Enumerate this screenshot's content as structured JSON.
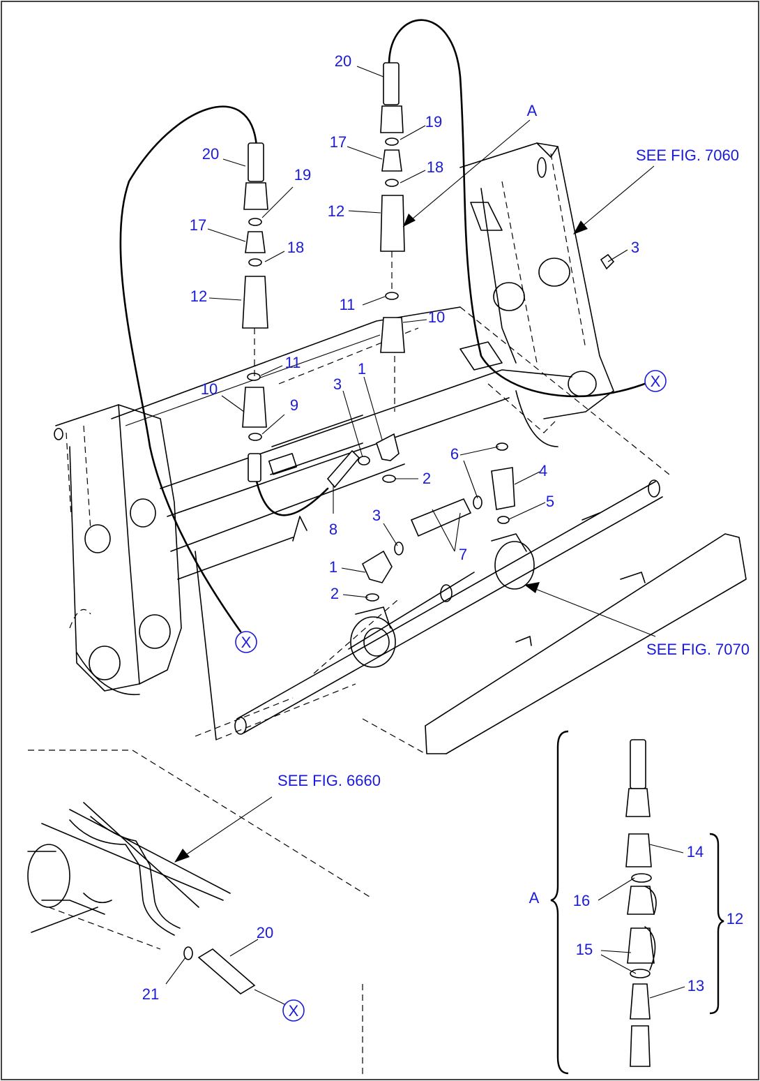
{
  "callouts": {
    "n1a": "1",
    "n1b": "1",
    "n2a": "2",
    "n2b": "2",
    "n3a": "3",
    "n3b": "3",
    "n3c": "3",
    "n4": "4",
    "n5": "5",
    "n6": "6",
    "n7": "7",
    "n8": "8",
    "n9": "9",
    "n10a": "10",
    "n10b": "10",
    "n11a": "11",
    "n11b": "11",
    "n12a": "12",
    "n12b": "12",
    "n12c": "12",
    "n13": "13",
    "n14": "14",
    "n15": "15",
    "n16": "16",
    "n17a": "17",
    "n17b": "17",
    "n18a": "18",
    "n18b": "18",
    "n19a": "19",
    "n19b": "19",
    "n20a": "20",
    "n20b": "20",
    "n20c": "20",
    "n21": "21"
  },
  "detail_labels": {
    "a_top": "A",
    "a_detail": "A"
  },
  "connector_x": {
    "right": "X",
    "left": "X",
    "bottom": "X"
  },
  "references": {
    "fig7060": "SEE FIG. 7060",
    "fig7070": "SEE FIG. 7070",
    "fig6660": "SEE FIG. 6660"
  },
  "colors": {
    "label": "#1a1ad9",
    "line": "#000000",
    "frame": "#444444"
  }
}
